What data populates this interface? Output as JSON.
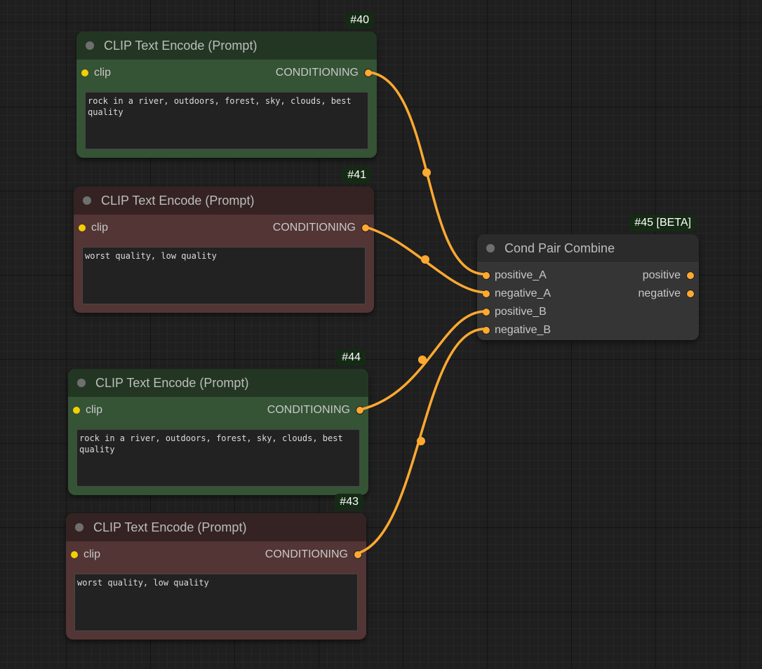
{
  "colors": {
    "wire": "#ffa931",
    "clip_dot": "#f5d000",
    "conditioning_dot": "#ffa931"
  },
  "nodes": {
    "n40": {
      "badge": "#40",
      "title": "CLIP Text Encode (Prompt)",
      "input": "clip",
      "output": "CONDITIONING",
      "text": "rock in a river, outdoors, forest, sky, clouds, best quality"
    },
    "n41": {
      "badge": "#41",
      "title": "CLIP Text Encode (Prompt)",
      "input": "clip",
      "output": "CONDITIONING",
      "text": "worst quality, low quality"
    },
    "n44": {
      "badge": "#44",
      "title": "CLIP Text Encode (Prompt)",
      "input": "clip",
      "output": "CONDITIONING",
      "text": "rock in a river, outdoors, forest, sky, clouds, best quality"
    },
    "n43": {
      "badge": "#43",
      "title": "CLIP Text Encode (Prompt)",
      "input": "clip",
      "output": "CONDITIONING",
      "text": "worst quality, low quality"
    },
    "n45": {
      "badge": "#45 [BETA]",
      "title": "Cond Pair Combine",
      "inputs": [
        "positive_A",
        "negative_A",
        "positive_B",
        "negative_B"
      ],
      "outputs": [
        "positive",
        "negative"
      ]
    }
  }
}
